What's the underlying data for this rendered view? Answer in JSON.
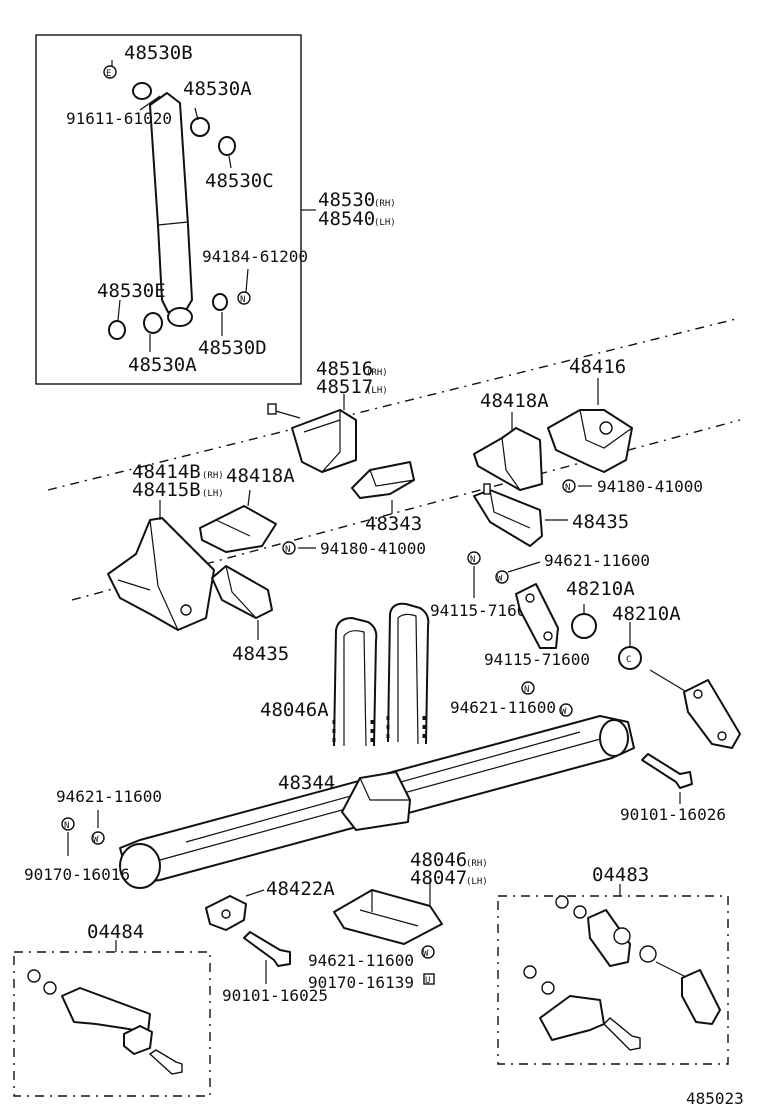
{
  "figure_id": "485023",
  "labels": {
    "shock_bushing_b": "48530B",
    "shock_bushing_a_top": "48530A",
    "shock_washer_e_small": "91611-61020",
    "shock_bushing_c": "48530C",
    "shock_assy_rh": "48530",
    "shock_assy_lh": "48540",
    "shock_nut": "94184-61200",
    "shock_bushing_e": "48530E",
    "shock_bushing_d": "48530D",
    "shock_bushing_a_bottom": "48530A",
    "bracket_rh": "48516",
    "bracket_lh": "48517",
    "hanger_rear": "48416",
    "plate_a_right": "48418A",
    "nut_right": "94180-41000",
    "spring_front_hanger_rh": "48414B",
    "spring_front_hanger_lh": "48415B",
    "plate_a_left": "48418A",
    "bumper_stopper": "48343",
    "bracket_435_right": "48435",
    "nut_left": "94180-41000",
    "washer_shackle_top": "94621-11600",
    "nut_shackle_top": "94115-71600",
    "bushing_210a_1": "48210A",
    "bushing_210a_2": "48210A",
    "nut_shackle_mid": "94115-71600",
    "bracket_435_left": "48435",
    "u_bolt": "48046A",
    "washer_shackle_bottom": "94621-11600",
    "axle_bumper": "48344",
    "bolt_shackle": "90101-16026",
    "washer_front_left": "94621-11600",
    "bolt_front_left": "90170-16016",
    "spring_seat_rh": "48046",
    "spring_seat_lh": "48047",
    "kit_right": "04483",
    "bushing_422a": "48422A",
    "kit_left": "04484",
    "washer_bottom": "94621-11600",
    "bolt_bottom_mid": "90170-16139",
    "bolt_bottom_left": "90101-16025"
  },
  "side_marks": {
    "rh": "(RH)",
    "lh": "(LH)"
  },
  "hardware_marks": {
    "e": "E",
    "n": "N",
    "w": "W",
    "c": "C",
    "u": "U"
  }
}
